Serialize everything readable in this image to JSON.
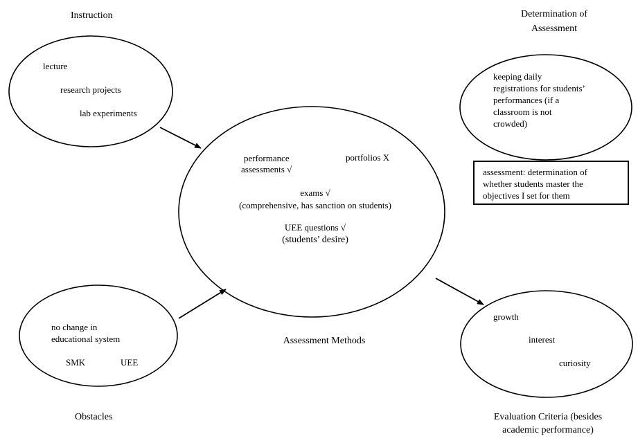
{
  "instruction": {
    "heading": "Instruction",
    "items": [
      "lecture",
      "research projects",
      "lab experiments"
    ]
  },
  "determination": {
    "heading_line1": "Determination of",
    "heading_line2": "Assessment",
    "items": [
      "keeping daily",
      "registrations for students’",
      "performances (if  a",
      "classroom is not",
      "crowded)"
    ],
    "definition_lines": [
      "assessment: determination of",
      "whether students master the",
      "objectives I set for them"
    ]
  },
  "methods": {
    "heading": "Assessment Methods",
    "performance_line1": "performance",
    "performance_line2": "assessments  √",
    "portfolios": "portfolios X",
    "exams": "exams √",
    "exams_note": "(comprehensive, has sanction on students)",
    "uee": "UEE questions √",
    "uee_note": "(students’ desire)"
  },
  "obstacles": {
    "heading": "Obstacles",
    "line1": "no change in",
    "line2": "educational system",
    "item_a": "SMK",
    "item_b": "UEE"
  },
  "evaluation": {
    "heading_line1": "Evaluation Criteria (besides",
    "heading_line2": "academic performance)",
    "items": [
      "growth",
      "interest",
      "curiosity"
    ]
  }
}
